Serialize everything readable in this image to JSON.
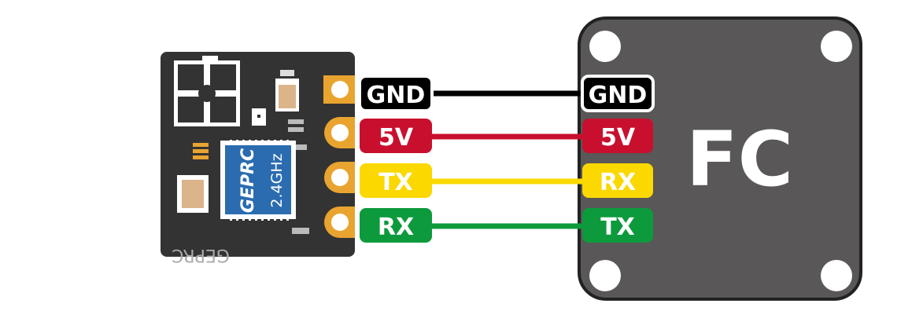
{
  "receiver": {
    "chip_brand": "GEPRC",
    "chip_freq": "2.4GHz",
    "silkscreen": "GEPRC",
    "pads": [
      {
        "label": "GND",
        "color": "#000000",
        "text_color": "#ffffff"
      },
      {
        "label": "5V",
        "color": "#c8102e",
        "text_color": "#ffffff"
      },
      {
        "label": "TX",
        "color": "#fbd800",
        "text_color": "#ffffff"
      },
      {
        "label": "RX",
        "color": "#0d9a3c",
        "text_color": "#ffffff"
      }
    ]
  },
  "fc": {
    "title": "FC",
    "pads": [
      {
        "label": "GND",
        "color": "#000000",
        "text_color": "#ffffff"
      },
      {
        "label": "5V",
        "color": "#c8102e",
        "text_color": "#ffffff"
      },
      {
        "label": "RX",
        "color": "#fbd800",
        "text_color": "#ffffff"
      },
      {
        "label": "TX",
        "color": "#0d9a3c",
        "text_color": "#ffffff"
      }
    ]
  },
  "colors": {
    "board_dark": "#333333",
    "fc_board": "#595757",
    "pad_gold": "#e9a430",
    "chip_blue": "#2b6cb0"
  }
}
